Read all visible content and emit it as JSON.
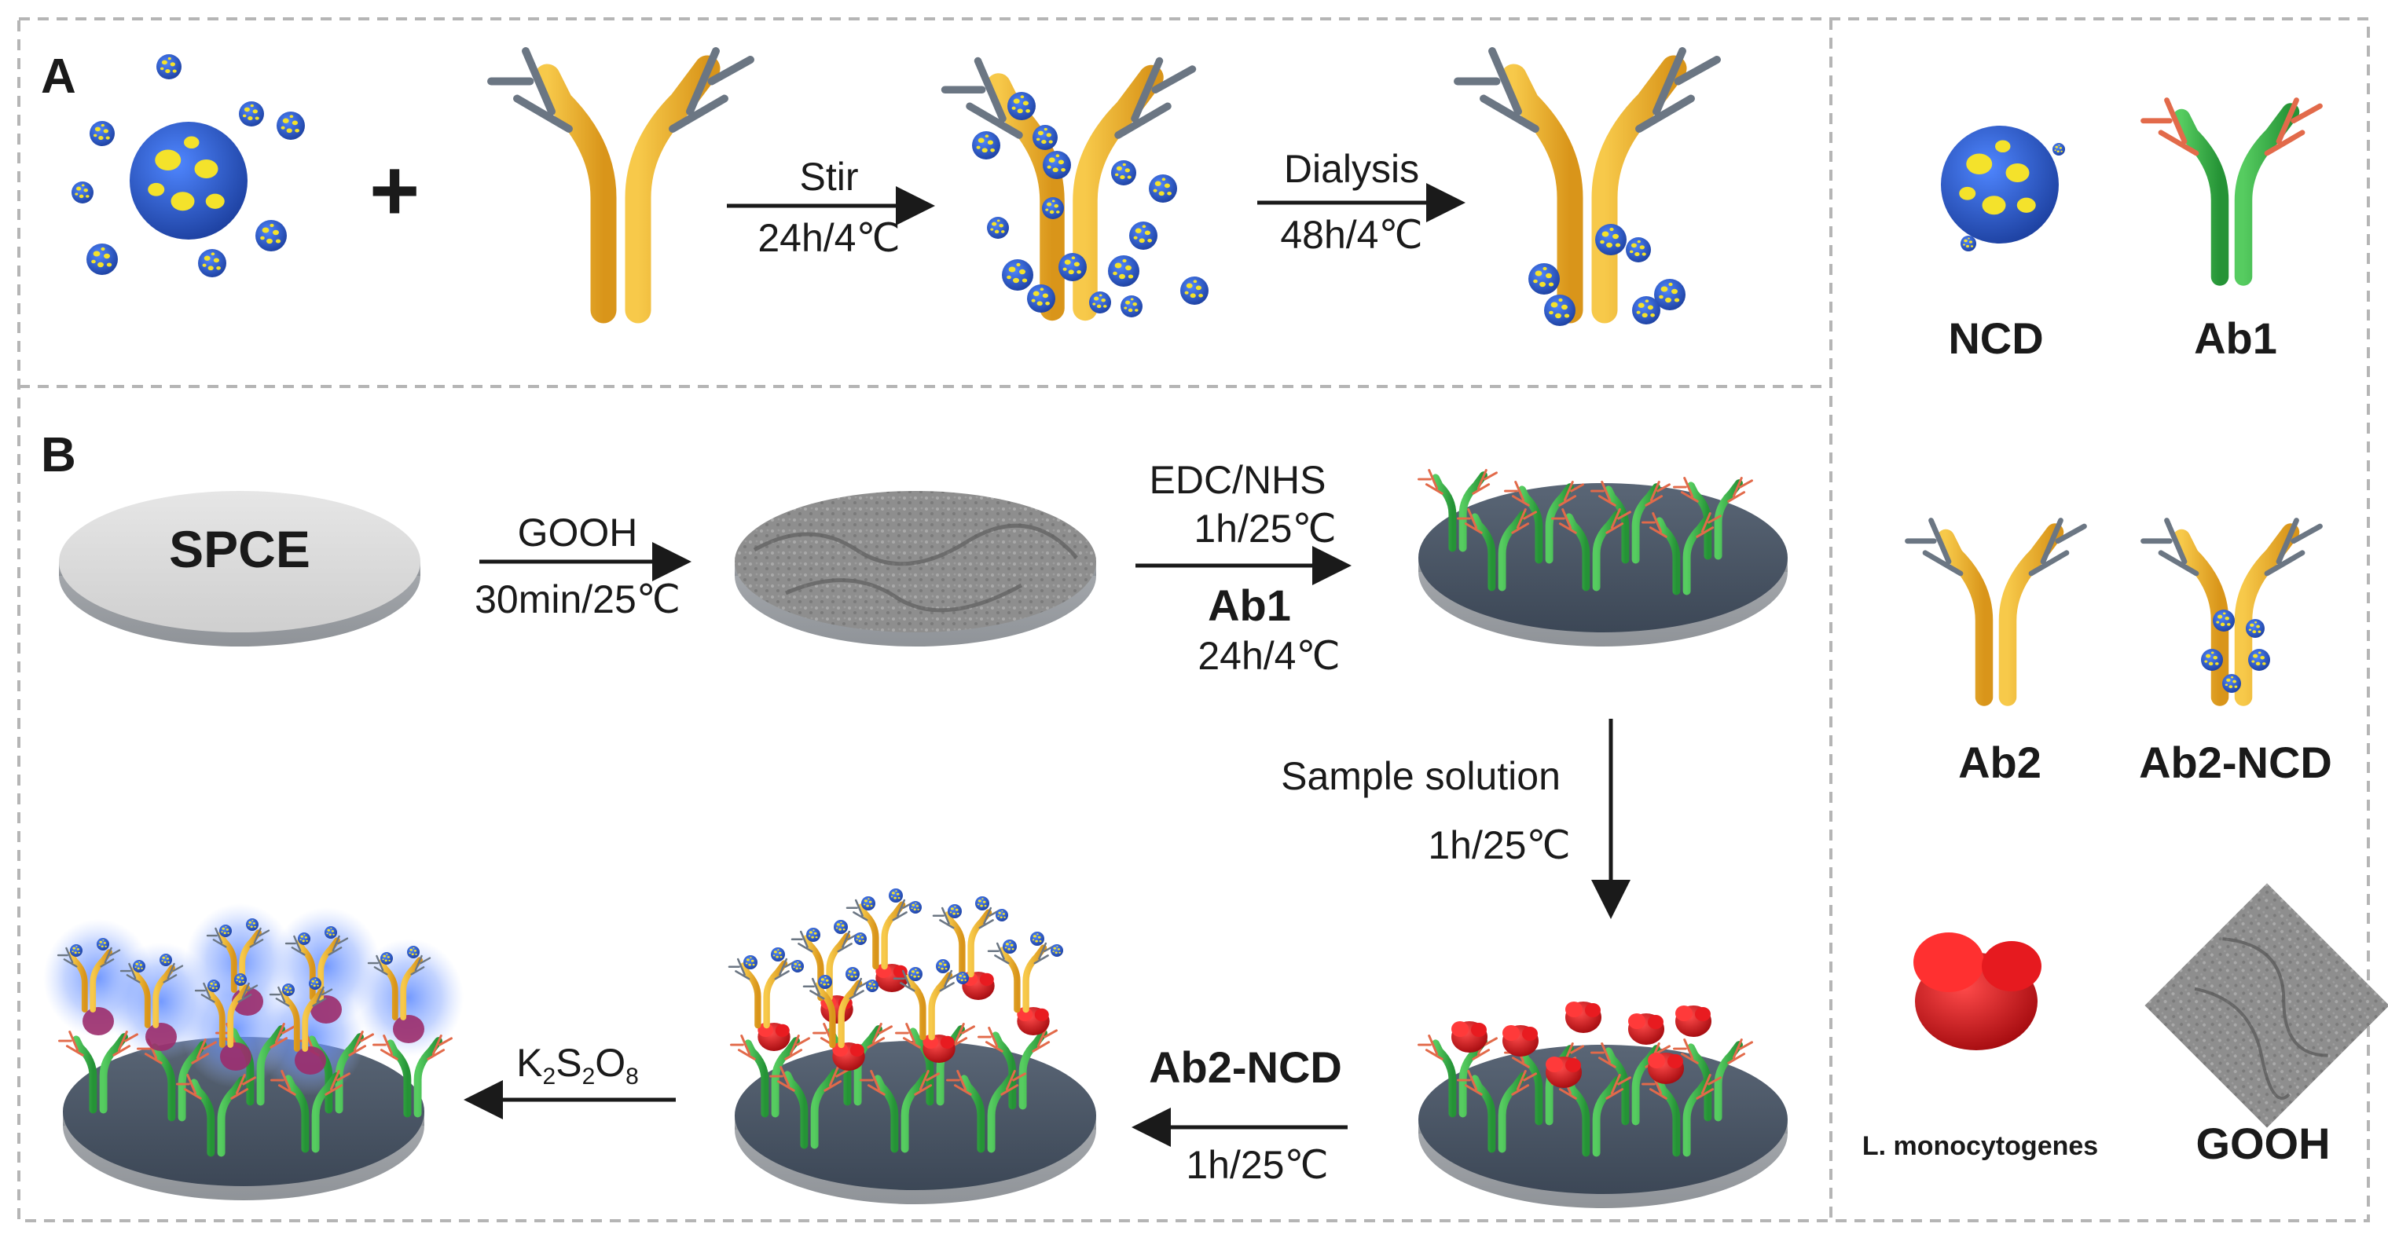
{
  "panels": {
    "a_label": "A",
    "b_label": "B"
  },
  "step_a": {
    "plus": "+",
    "stir_top": "Stir",
    "stir_bottom": "24h/4℃",
    "dialysis_top": "Dialysis",
    "dialysis_bottom": "48h/4℃"
  },
  "step_b": {
    "spce": "SPCE",
    "gooh_top": "GOOH",
    "gooh_bottom": "30min/25℃",
    "edc_top": "EDC/NHS",
    "edc_time": "1h/25℃",
    "ab1": "Ab1",
    "ab1_time": "24h/4℃",
    "sample": "Sample solution",
    "sample_time": "1h/25℃",
    "ab2ncd": "Ab2-NCD",
    "ab2ncd_time": "1h/25℃",
    "k2s2o8": {
      "k": "K",
      "s": "S",
      "o": "O",
      "sub_k": "2",
      "sub_s": "2",
      "sub_o": "8"
    }
  },
  "legend": {
    "ncd": "NCD",
    "ab1": "Ab1",
    "ab2": "Ab2",
    "ab2ncd": "Ab2-NCD",
    "lmono": "L. monocytogenes",
    "gooh": "GOOH"
  },
  "colors": {
    "border_dash": "#b5b5b5",
    "antibody_gold": "#f0b323",
    "antibody_green": "#3cb54a",
    "fab_grey": "#6b7683",
    "fab_red": "#e26a4a",
    "ncd_blue": "#2f5fd0",
    "ncd_yellow": "#f4e22b",
    "bacteria_red": "#e0161c",
    "electrode_top": "#4b5766",
    "electrode_side": "#a9adb2",
    "glow_blue": "#5b88ff"
  }
}
